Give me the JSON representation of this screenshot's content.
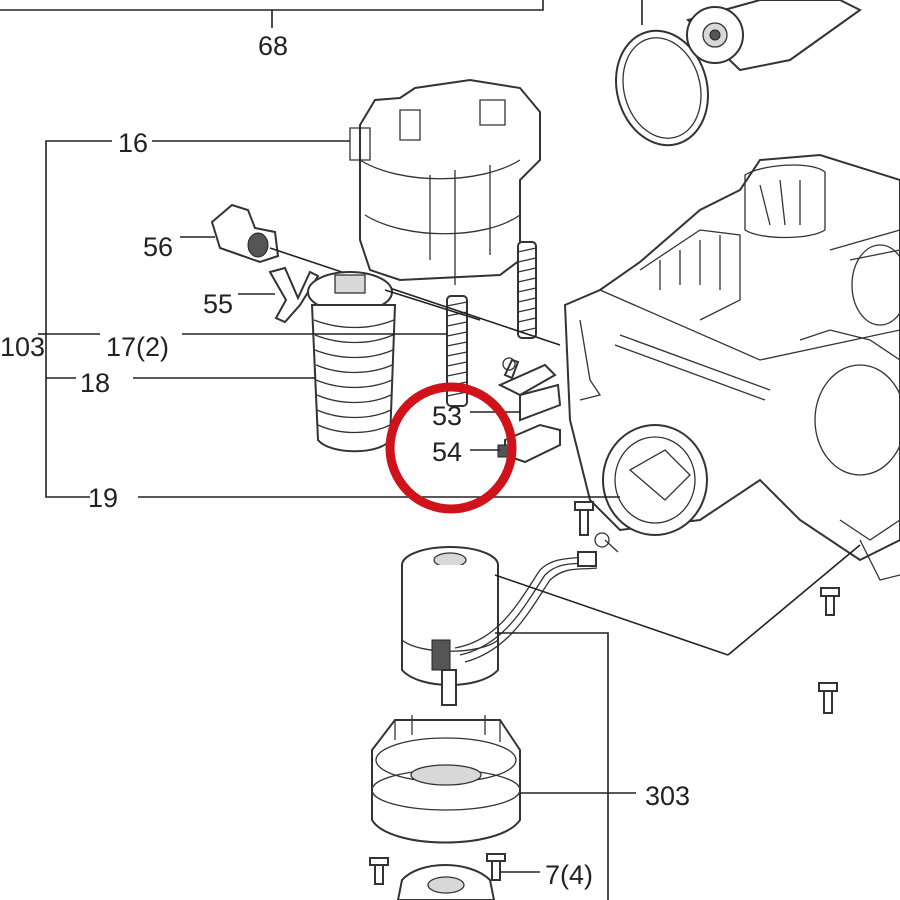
{
  "labels": {
    "l68": "68",
    "l16": "16",
    "l56": "56",
    "l55": "55",
    "l103": "103",
    "l17": "17(2)",
    "l18": "18",
    "l53": "53",
    "l54": "54",
    "l19": "19",
    "l303": "303",
    "l7": "7(4)"
  },
  "highlight": {
    "color": "#d0121b"
  },
  "line_color": "#222222"
}
